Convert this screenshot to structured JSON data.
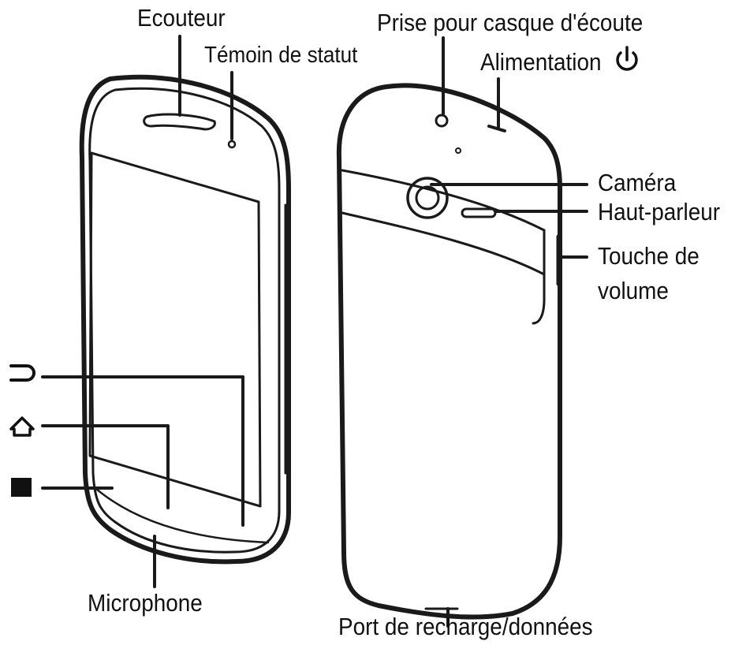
{
  "labels": {
    "ecouteur": "Ecouteur",
    "temoin": "Témoin de statut",
    "prise": "Prise pour casque d'écoute",
    "alimentation": "Alimentation",
    "camera": "Caméra",
    "haut_parleur": "Haut-parleur",
    "touche_line1": "Touche de",
    "touche_line2": "volume",
    "microphone": "Microphone",
    "port": "Port de recharge/données"
  },
  "icons": {
    "power": "power-icon",
    "back": "back-icon",
    "home": "home-icon",
    "menu": "menu-icon"
  },
  "colors": {
    "line": "#1a1a1a",
    "text": "#111111",
    "background": "#ffffff"
  }
}
